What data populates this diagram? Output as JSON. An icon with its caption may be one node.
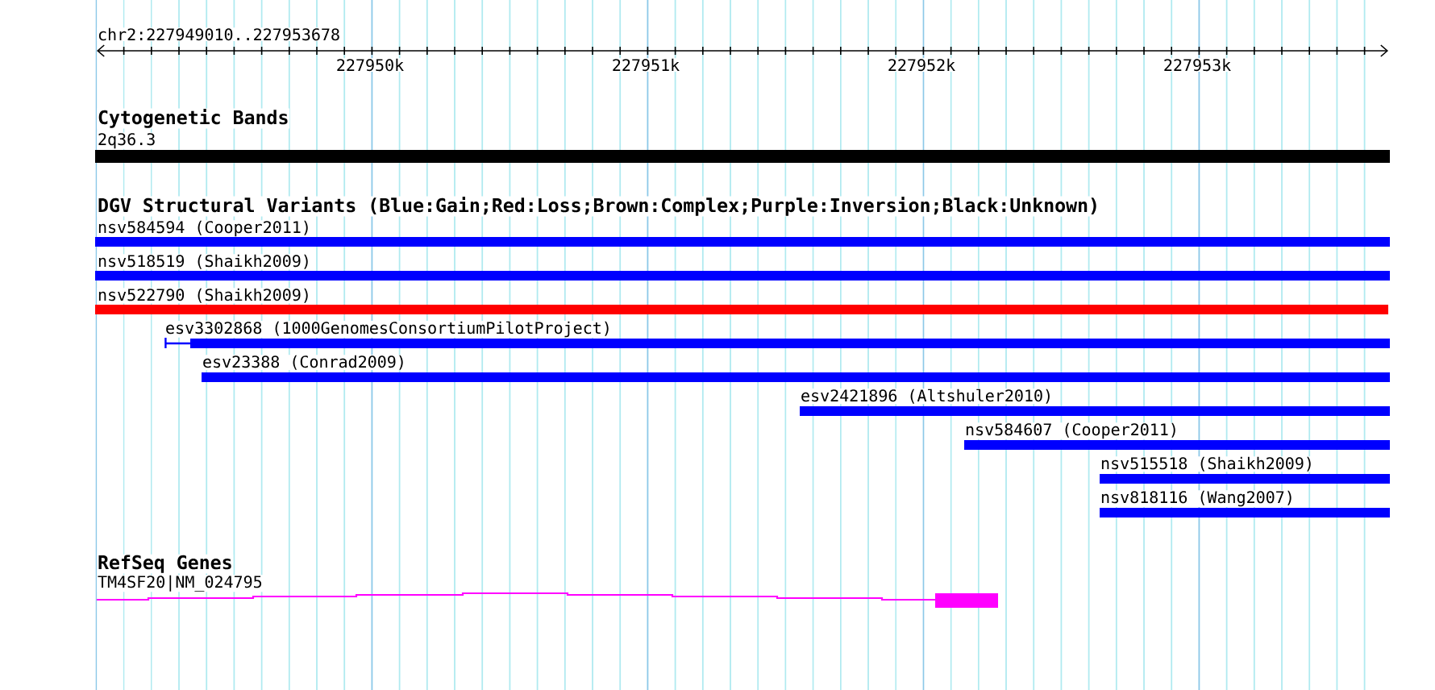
{
  "diagram": {
    "nodes": [
      {
        "text": [
          "Cytogenetic Bands",
          "2q36.3"
        ]
      },
      {
        "text": [
          "nsv584594 (Cooper2011)"
        ]
      },
      {
        "text": [
          "nsv518519 (Shaikh2009)"
        ]
      },
      {
        "text": [
          "nsv522790 (Shaikh2009)"
        ]
      },
      {
        "text": [
          "esv3302868 (1000GenomesConsortiumPilotProject)"
        ]
      },
      {
        "text": [
          "esv23388 (Conrad2009)"
        ]
      },
      {
        "text": [
          "esv2421896 (Altshuler2010)"
        ]
      },
      {
        "text": [
          "nsv584607 (Cooper2011)"
        ]
      },
      {
        "text": [
          "nsv515518 (Shaikh2009)"
        ]
      },
      {
        "text": [
          "nsv818116 (Wang2007)"
        ]
      },
      {
        "text": [
          "RefSeq Genes",
          "TM4SF20|NM_024795"
        ]
      }
    ],
    "labels": [
      "chr2:227949010..227953678",
      "227950k",
      "227951k",
      "227952k",
      "227953k",
      "DGV Structural Variants (Blue:Gain;Red:Loss;Brown:Complex;Purple:Inversion;Black:Unknown)"
    ]
  }
}
